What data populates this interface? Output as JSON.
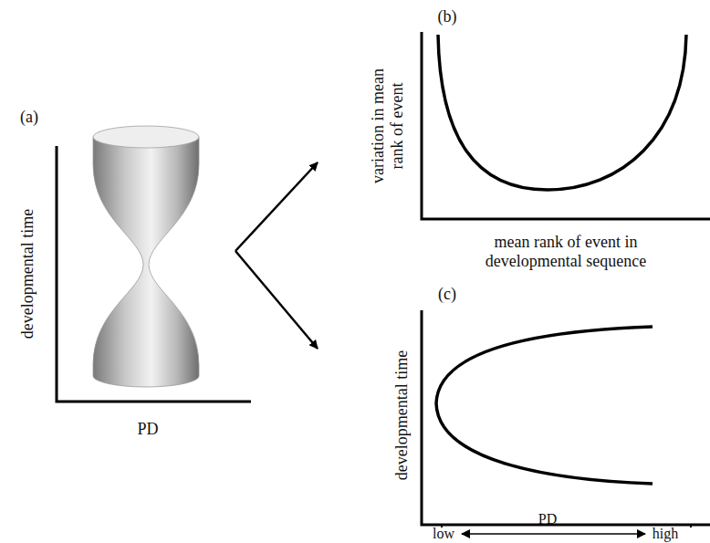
{
  "diagram": {
    "labels": [
      "(a)",
      "(b)",
      "(c)",
      "developmental time",
      "PD",
      "variation in mean rank of event",
      "mean rank of event in developmental sequence",
      "developmental time",
      "low",
      "PD",
      "high"
    ]
  }
}
